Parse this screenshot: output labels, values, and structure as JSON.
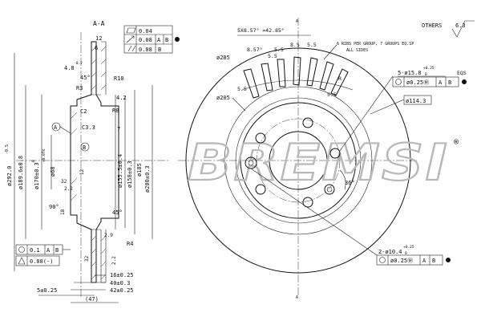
{
  "section": {
    "title": "A-A",
    "tolerances": {
      "flatness": "0.04",
      "runout": "0.08",
      "runout_refs": [
        "A",
        "B"
      ],
      "parallelism": "0.08",
      "parallelism_ref": "B"
    },
    "datum_a": "A",
    "datum_b": "B",
    "dims": {
      "d_292": "ø292.0",
      "d_292_tol": "-0.5",
      "d_189": "ø189.6±0.8",
      "d_170": "ø170±0.3",
      "d_170_tol_top": "+0.074",
      "d_170_tol_bot": "0",
      "d_68": "ø68",
      "d_155": "ø155.5±0.4",
      "d_158": "ø158±0.3",
      "d_185": "ø185",
      "d_200": "ø200±0.3",
      "w_12": "12",
      "w_6": "6",
      "w_4_8": "4.8",
      "w_4_8_tol": "-0.2",
      "ang_45_top": "45°",
      "ang_45_bot": "45°",
      "ang_90": "90°",
      "r3": "R3",
      "r10": "R10",
      "r8": "R8",
      "r4": "R4",
      "c2": "C2",
      "c3_3": "C3.3",
      "r_4_2": "4.2",
      "r_7": "7",
      "r_12": "12",
      "r_32_top": "32",
      "r_32_bot": "32",
      "r_2_2": "2.2",
      "r_18": "18",
      "r_2_9": "2.9",
      "t_16": "16±0.25",
      "t_40": "40±0.3",
      "t_42": "42±0.25",
      "t_5": "5±0.25",
      "t_47": "(47)"
    },
    "bottom_tol": {
      "position": "0.1",
      "refs": [
        "A",
        "B"
      ],
      "circularity": "0.08(-)"
    }
  },
  "front": {
    "brand": "BREMSI",
    "brand_mark": "®",
    "others_note": "OTHERS",
    "others_value": "6.3",
    "ribs_note": "6 RIBS PER GROUP, 7 GROUPS EQ.SP",
    "ribs_note2": "ALL SIDES",
    "pattern_angle": "5X8.57° =42.85°",
    "angle_8_57": "8.57°",
    "d_285": "ø285",
    "d_205": "ø205",
    "d_114": "ø114.3",
    "rib_5_5_a": "5.5",
    "rib_5_5_b": "5.5",
    "rib_5_5_c": "5.5",
    "rib_5_5_d": "5.5",
    "rib_5_5_e": "5.5",
    "rib_8_5": "8.5",
    "rib_r": "R",
    "holes_5": "5-ø15.8",
    "holes_5_tol_top": "+0.25",
    "holes_5_tol_bot": "0",
    "eqs": "EQS",
    "holes_5_pos": "ø0.25Ⓜ",
    "holes_5_refs": [
      "A",
      "B"
    ],
    "holes_2": "2-ø10.4",
    "holes_2_tol_top": "+0.25",
    "holes_2_tol_bot": "0",
    "holes_2_pos": "ø0.25Ⓜ",
    "holes_2_refs": [
      "A",
      "B"
    ],
    "angle_36": "36°",
    "section_a_top": "A",
    "section_a_bot": "A"
  }
}
